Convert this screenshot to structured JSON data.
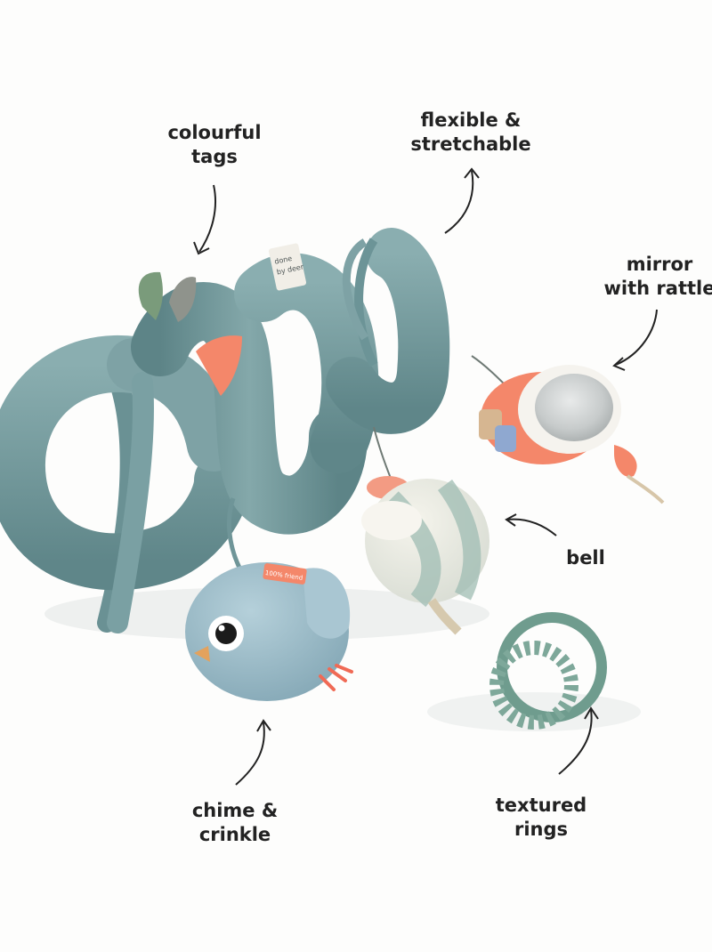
{
  "labels": {
    "colourful_tags": [
      "colourful",
      "tags"
    ],
    "flexible": [
      "flexible &",
      "stretchable"
    ],
    "mirror": [
      "mirror",
      "with rattle"
    ],
    "bell": [
      "bell"
    ],
    "chime": [
      "chime &",
      "crinkle"
    ],
    "textured": [
      "textured",
      "rings"
    ]
  },
  "tags": {
    "brand_tag": [
      "done",
      "by deer"
    ],
    "bird_tag": "100% friend"
  },
  "colors": {
    "spiral_teal": "#6f9598",
    "spiral_highlight": "#87a9ab",
    "coral": "#f4876a",
    "bird_blue": "#9dbdc9",
    "ring_green": "#6f9c8e",
    "background": "#fdfdfc",
    "text": "#222222"
  }
}
